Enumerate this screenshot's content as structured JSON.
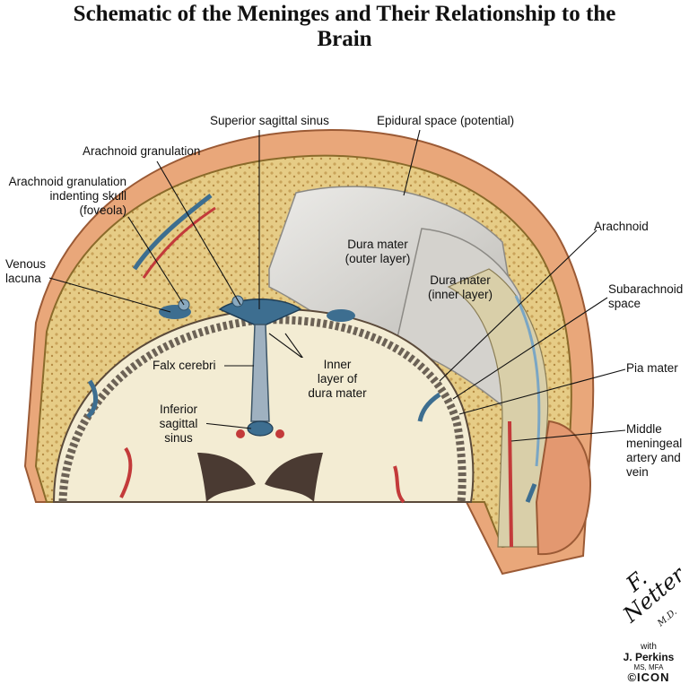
{
  "title": {
    "line1": "Schematic of the Meninges and Their Relationship to the",
    "line2": "Brain"
  },
  "labels": {
    "superior_sagittal_sinus": "Superior sagittal sinus",
    "epidural_space": "Epidural space (potential)",
    "arachnoid_granulation": "Arachnoid granulation",
    "arachnoid_granulation_indenting": [
      "Arachnoid granulation",
      "indenting skull",
      "(foveola)"
    ],
    "venous_lacuna": [
      "Venous",
      "lacuna"
    ],
    "dura_outer": [
      "Dura mater",
      "(outer layer)"
    ],
    "dura_inner": [
      "Dura mater",
      "(inner layer)"
    ],
    "arachnoid": "Arachnoid",
    "subarachnoid_space": [
      "Subarachnoid",
      "space"
    ],
    "pia_mater": "Pia mater",
    "falx_cerebri": "Falx cerebri",
    "inner_layer_dura": [
      "Inner",
      "layer of",
      "dura mater"
    ],
    "inferior_sagittal_sinus": [
      "Inferior",
      "sagittal",
      "sinus"
    ],
    "middle_meningeal": [
      "Middle",
      "meningeal",
      "artery and",
      "vein"
    ]
  },
  "credits": {
    "signature": "F. Netter",
    "signature_suffix": "M.D.",
    "with": "with",
    "name": "J. Perkins",
    "degrees": "MS, MFA",
    "company": "©ICON"
  },
  "colors": {
    "skin": "#e9a77a",
    "bone": "#e8d190",
    "dura": "#d9d7d2",
    "brain": "#f3ecd3",
    "vein_blue": "#3d6e90",
    "artery_red": "#c33a3a"
  }
}
